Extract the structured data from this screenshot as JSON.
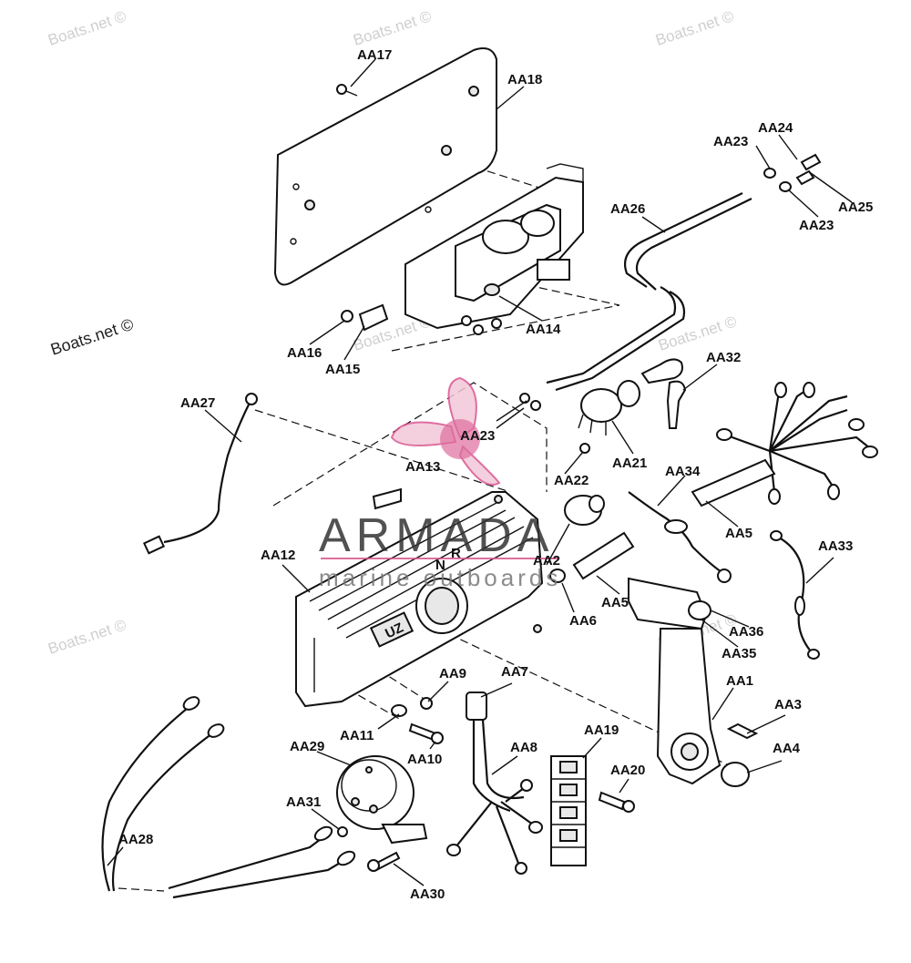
{
  "watermarks": {
    "w1": "Boats.net ©",
    "w2": "Boats.net ©",
    "w3": "Boats.net ©",
    "w4": "Boats.net ©",
    "w5": "Boats.net ©",
    "w6": "Boats.net ©",
    "w7": "Boats.net ©",
    "w8": "Boats.net ©"
  },
  "brand": {
    "name": "ARMADA",
    "tagline": "marine outboards",
    "accent": "#d9558f"
  },
  "labels": {
    "aa17": "AA17",
    "aa18": "AA18",
    "aa24": "AA24",
    "aa23a": "AA23",
    "aa25": "AA25",
    "aa23b": "AA23",
    "aa26": "AA26",
    "aa16": "AA16",
    "aa15": "AA15",
    "aa14": "AA14",
    "aa32": "AA32",
    "aa27": "AA27",
    "aa23c": "AA23",
    "aa21": "AA21",
    "aa13": "AA13",
    "aa22": "AA22",
    "aa34": "AA34",
    "aa5a": "AA5",
    "aa12": "AA12",
    "aa2": "AA2",
    "aa33": "AA33",
    "aa5b": "AA5",
    "aa6": "AA6",
    "aa36": "AA36",
    "aa35": "AA35",
    "aa9": "AA9",
    "aa7": "AA7",
    "aa1": "AA1",
    "aa3": "AA3",
    "aa11": "AA11",
    "aa10": "AA10",
    "aa29": "AA29",
    "aa8": "AA8",
    "aa19": "AA19",
    "aa4": "AA4",
    "aa20": "AA20",
    "aa31": "AA31",
    "aa28": "AA28",
    "aa30": "AA30"
  },
  "panel_marks": {
    "n": "N",
    "r": "R",
    "badge": "UZ"
  }
}
